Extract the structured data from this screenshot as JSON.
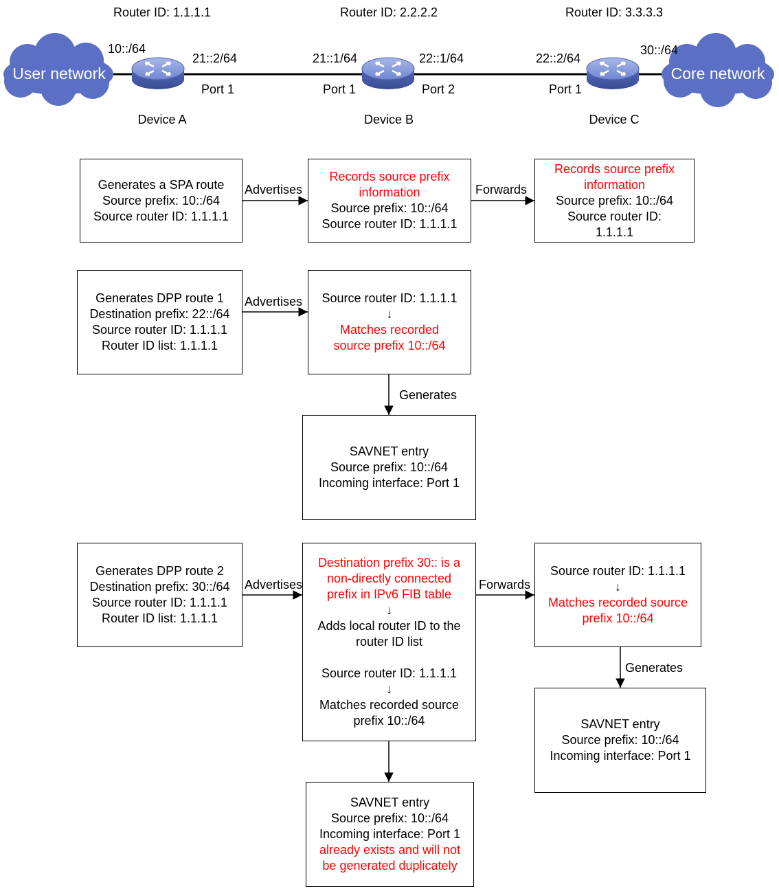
{
  "topology": {
    "router_ids": [
      "Router ID: 1.1.1.1",
      "Router ID: 2.2.2.2",
      "Router ID: 3.3.3.3"
    ],
    "clouds": [
      "User network",
      "Core network"
    ],
    "devices": [
      "Device A",
      "Device B",
      "Device C"
    ],
    "prefixes": {
      "a_left": "10::/64",
      "a_right": "21::2/64",
      "b_left": "21::1/64",
      "b_right": "22::1/64",
      "c_left": "22::2/64",
      "c_right": "30::/64"
    },
    "ports": {
      "a": "Port 1",
      "b_left": "Port 1",
      "b_right": "Port 2",
      "c": "Port 1"
    }
  },
  "arrows": {
    "advertises": "Advertises",
    "forwards": "Forwards",
    "generates": "Generates"
  },
  "row1": {
    "a": [
      "Generates a SPA route",
      "Source prefix: 10::/64",
      "Source router ID: 1.1.1.1"
    ],
    "b_red": [
      "Records source prefix",
      "information"
    ],
    "b": [
      "Source prefix: 10::/64",
      "Source router ID: 1.1.1.1"
    ],
    "c_red": [
      "Records source prefix",
      "information"
    ],
    "c": [
      "Source prefix:  10::/64",
      "Source router ID:",
      "1.1.1.1"
    ]
  },
  "row2": {
    "a": [
      "Generates DPP route 1",
      "Destination prefix: 22::/64",
      "Source router ID: 1.1.1.1",
      "Router ID list: 1.1.1.1"
    ],
    "b_top": "Source router ID: 1.1.1.1",
    "b_red": [
      "Matches recorded",
      "source prefix 10::/64"
    ],
    "entry": [
      "SAVNET entry",
      "Source prefix: 10::/64",
      "Incoming interface: Port 1"
    ]
  },
  "row3": {
    "a": [
      "Generates DPP route 2",
      "Destination prefix: 30::/64",
      "Source router ID: 1.1.1.1",
      "Router ID list: 1.1.1.1"
    ],
    "b_red": [
      "Destination prefix 30:: is a",
      "non-directly connected",
      "prefix in IPv6 FIB table"
    ],
    "b_mid": [
      "Adds local router ID to the",
      "router ID list"
    ],
    "b_top2": "Source router ID: 1.1.1.1",
    "b_bottom": [
      "Matches recorded source",
      "prefix 10::/64"
    ],
    "c_top": "Source router ID: 1.1.1.1",
    "c_red": [
      "Matches recorded source",
      "prefix 10::/64"
    ],
    "entry_c": [
      "SAVNET entry",
      "Source prefix: 10::/64",
      "Incoming interface: Port 1"
    ],
    "entry_b": [
      "SAVNET entry",
      "Source prefix: 10::/64",
      "Incoming interface: Port 1"
    ],
    "entry_b_red": [
      "already exists and will not",
      "be generated duplicately"
    ]
  },
  "down_arrow_glyph": "↓",
  "colors": {
    "highlight": "#ff0000",
    "cloud": "#5b6fc4",
    "router_top": "#7d93d8",
    "router_side": "#4b5fa8"
  }
}
